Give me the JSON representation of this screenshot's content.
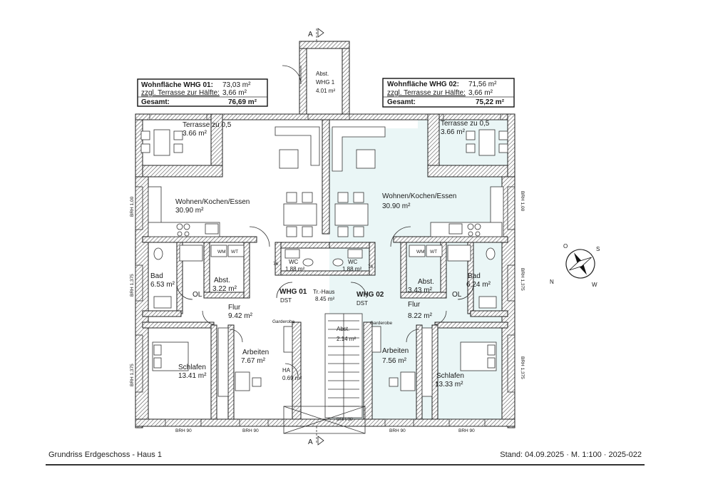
{
  "summary_whg01": {
    "title": "Wohnfläche WHG 01:",
    "area": "73,03 m²",
    "terrace_label": "zzgl. Terrasse zur Hälfte:",
    "terrace_area": "3,66 m²",
    "total_label": "Gesamt:",
    "total_area": "76,69 m²"
  },
  "summary_whg02": {
    "title": "Wohnfläche WHG 02:",
    "area": "71,56 m²",
    "terrace_label": "zzgl. Terrasse zur Hälfte:",
    "terrace_area": "3,66 m²",
    "total_label": "Gesamt:",
    "total_area": "75,22 m²"
  },
  "section_marker": "A",
  "whg01": {
    "label": "WHG 01",
    "dst": "DST",
    "rooms": {
      "terrace": {
        "name": "Terrasse zu 0,5",
        "area": "3.66 m²"
      },
      "living": {
        "name": "Wohnen/Kochen/Essen",
        "area": "30.90 m²"
      },
      "bath": {
        "name": "Bad",
        "area": "6.53 m²"
      },
      "storage": {
        "name": "Abst.",
        "area": "3.22 m²"
      },
      "wc": {
        "name": "WC",
        "area": "1.88 m²"
      },
      "hall": {
        "name": "Flur",
        "area": "9.42 m²"
      },
      "bedroom": {
        "name": "Schlafen",
        "area": "13.41 m²"
      },
      "work": {
        "name": "Arbeiten",
        "area": "7.67 m²"
      },
      "ha": {
        "name": "HA",
        "area": "0.69 m²"
      }
    }
  },
  "whg02": {
    "label": "WHG 02",
    "dst": "DST",
    "rooms": {
      "terrace": {
        "name": "Terrasse zu 0,5",
        "area": "3.66 m²"
      },
      "living": {
        "name": "Wohnen/Kochen/Essen",
        "area": "30.90 m²"
      },
      "bath": {
        "name": "Bad",
        "area": "6.24 m²"
      },
      "storage": {
        "name": "Abst.",
        "area": "3.43 m²"
      },
      "wc": {
        "name": "WC",
        "area": "1.88 m²"
      },
      "hall": {
        "name": "Flur",
        "area": "8.22 m²"
      },
      "bedroom": {
        "name": "Schlafen",
        "area": "13.33 m²"
      },
      "work": {
        "name": "Arbeiten",
        "area": "7.56 m²"
      }
    }
  },
  "common": {
    "abst_whg1": {
      "name": "Abst.",
      "sub": "WHG 1",
      "area": "4.01 m²"
    },
    "stair": {
      "name": "Tr.-Haus",
      "area": "8.45 m²"
    },
    "abst_stair": {
      "name": "Abst.",
      "area": "2.14 m²"
    }
  },
  "labels": {
    "ol": "OL",
    "wm": "WM",
    "wt": "WT",
    "garderobe": "Garderobe",
    "num76": "76",
    "brh90": "BRH 90",
    "brh100": "BRH 1,00",
    "brh1375": "BRH 1,375"
  },
  "compass": {
    "n": "N",
    "s": "S",
    "o": "O",
    "w": "W"
  },
  "footer": {
    "left": "Grundriss Erdgeschoss - Haus 1",
    "right": "Stand: 04.09.2025 · M. 1:100 · 2025-022"
  },
  "colors": {
    "whg02_fill": "#eaf6f6",
    "wall_hatch": "#555555"
  }
}
